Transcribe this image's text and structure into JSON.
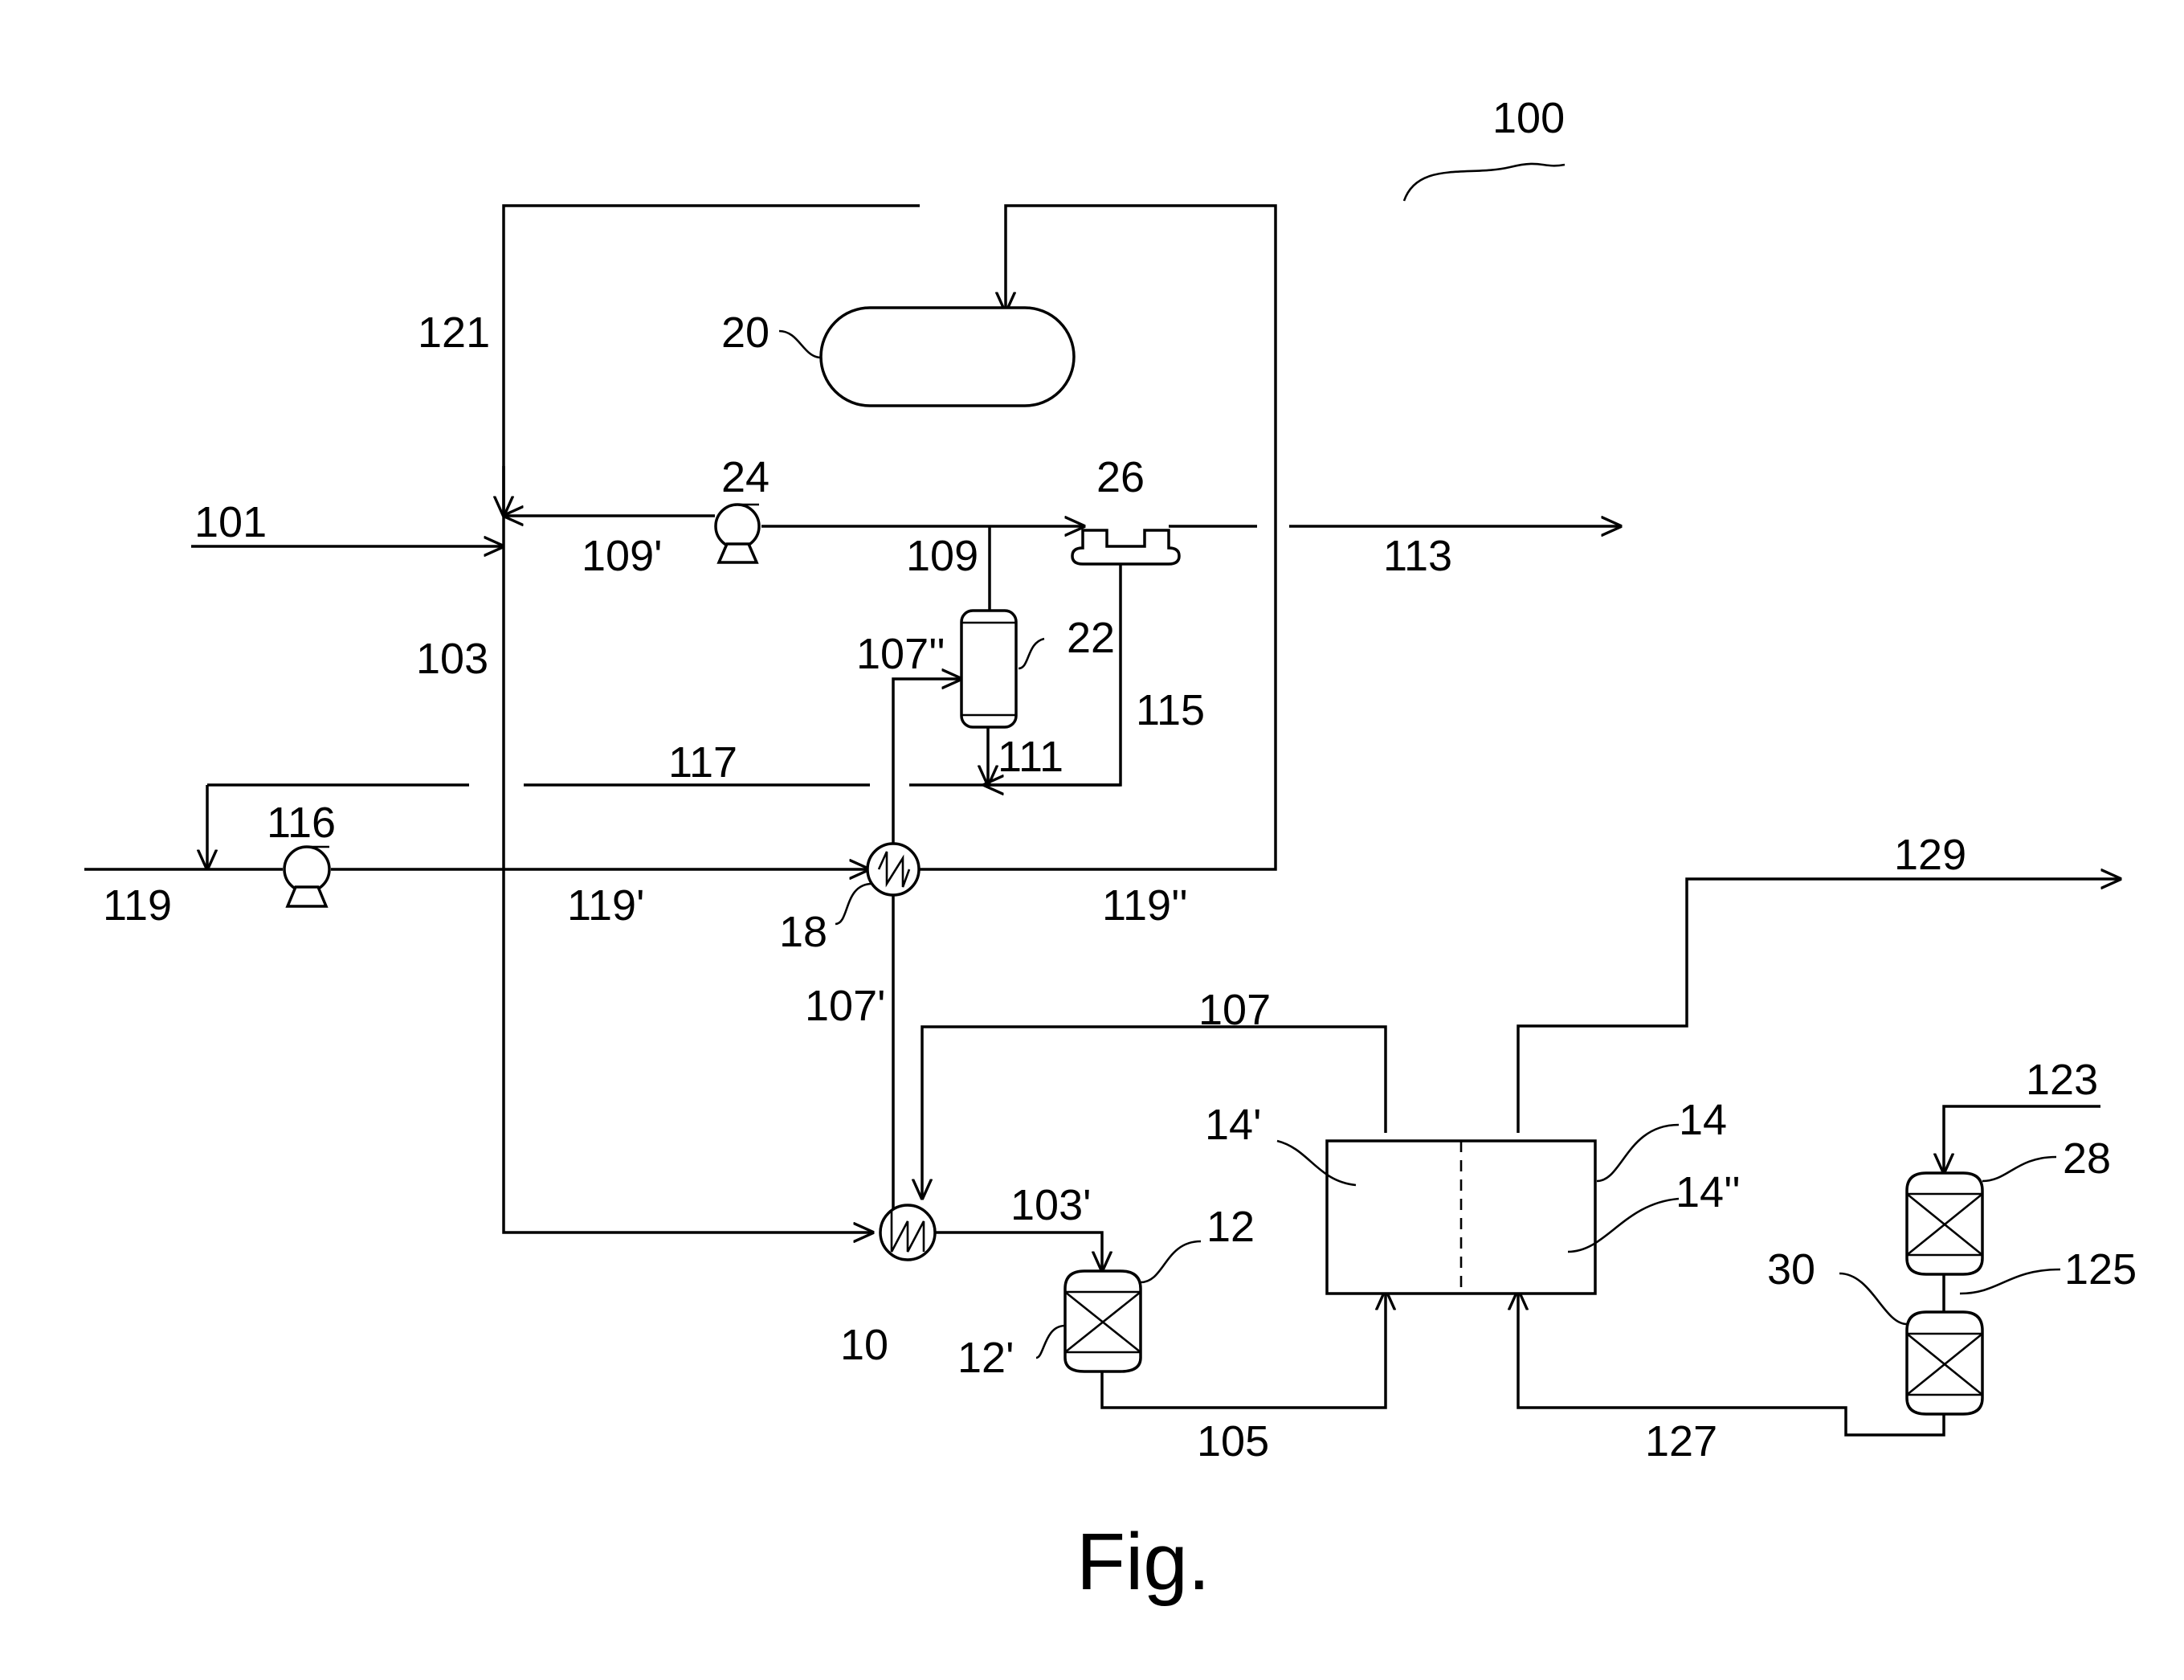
{
  "figure": {
    "ref_label": "100",
    "caption": "Fig."
  },
  "equipment_labels": {
    "e10": "10",
    "e12": "12",
    "e12p": "12'",
    "e14": "14",
    "e14p": "14'",
    "e14pp": "14''",
    "e18": "18",
    "e20": "20",
    "e22": "22",
    "e24": "24",
    "e26": "26",
    "e28": "28",
    "e30": "30",
    "e116": "116"
  },
  "stream_labels": {
    "s101": "101",
    "s103": "103",
    "s103p": "103'",
    "s105": "105",
    "s107": "107",
    "s107p": "107'",
    "s107pp": "107''",
    "s109": "109",
    "s109p": "109'",
    "s111": "111",
    "s113": "113",
    "s115": "115",
    "s117": "117",
    "s119": "119",
    "s119p": "119'",
    "s119pp": "119''",
    "s121": "121",
    "s123": "123",
    "s125": "125",
    "s127": "127",
    "s129": "129"
  }
}
